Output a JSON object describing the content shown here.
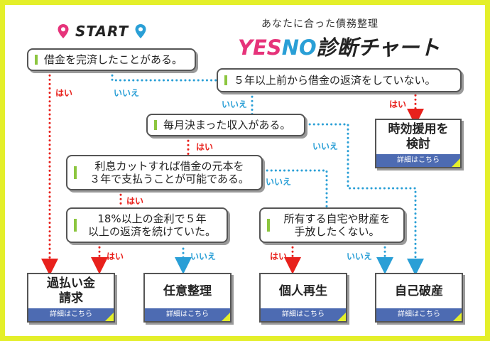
{
  "header": {
    "start_label": "START",
    "subtitle": "あなたに合った債務整理",
    "title_part1": "YES",
    "title_part2": "NO",
    "title_part3": "診断チャート"
  },
  "colors": {
    "frame": "#e4ef2a",
    "yes": "#e8211c",
    "no": "#2a9fd6",
    "link_bar": "#4d6bb2",
    "marker": "#8cc63f"
  },
  "questions": [
    {
      "text": "借金を完済したことがある。"
    },
    {
      "text": "５年以上前から借金の返済をしていない。"
    },
    {
      "text": "毎月決まった収入がある。"
    },
    {
      "line1": "利息カットすれば借金の元本を",
      "line2": "３年で支払うことが可能である。"
    },
    {
      "line1": "18%以上の金利で５年",
      "line2": "以上の返済を続けていた。"
    },
    {
      "line1": "所有する自宅や財産を",
      "line2": "手放したくない。"
    }
  ],
  "results": [
    {
      "line1": "時効援用を",
      "line2": "検討",
      "link": "詳細はこちら"
    },
    {
      "line1": "過払い金",
      "line2": "請求",
      "link": "詳細はこちら"
    },
    {
      "line1": "任意整理",
      "link": "詳細はこちら"
    },
    {
      "line1": "個人再生",
      "link": "詳細はこちら"
    },
    {
      "line1": "自己破産",
      "link": "詳細はこちら"
    }
  ],
  "labels": {
    "yes": "はい",
    "no": "いいえ"
  },
  "icons": [
    "location-pin-icon",
    "location-pin-icon"
  ]
}
